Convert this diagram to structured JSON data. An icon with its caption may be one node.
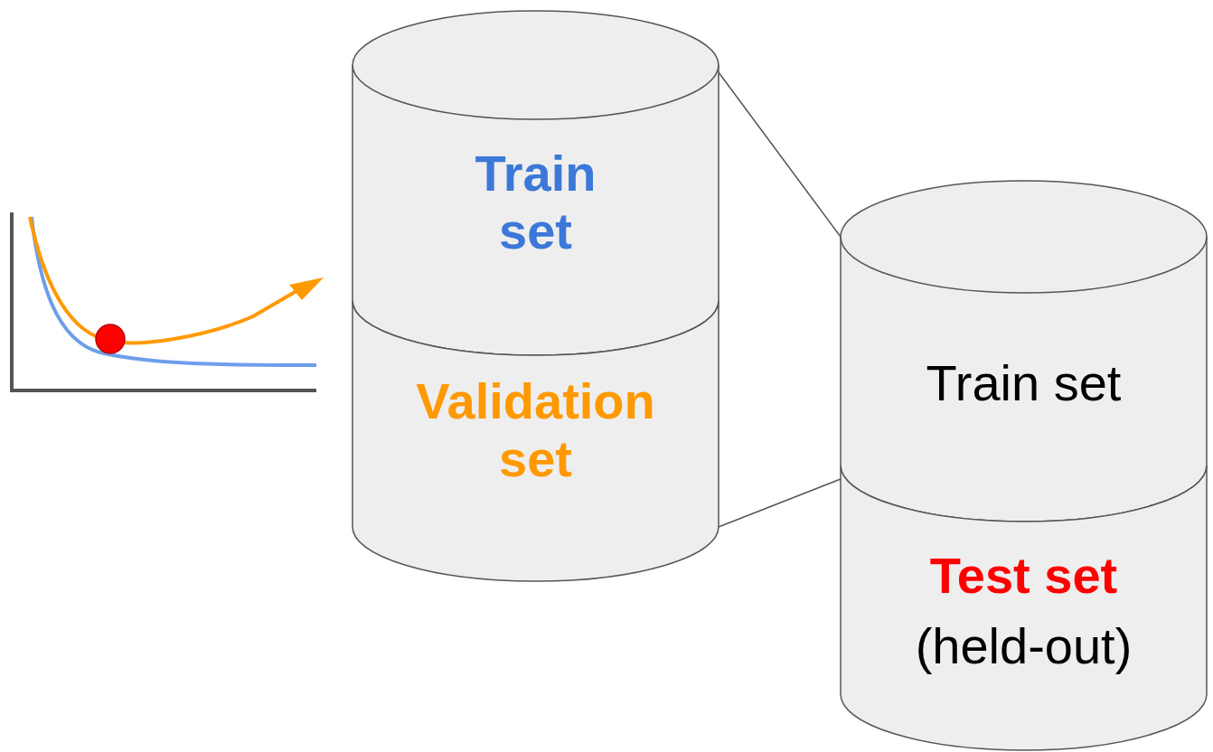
{
  "diagram": {
    "nodes": [
      {
        "text": [
          "Train set"
        ]
      },
      {
        "text": [
          "Validation set"
        ]
      },
      {
        "text": [
          "Train set"
        ]
      },
      {
        "text": [
          "Test set",
          "(held-out)"
        ]
      },
      {
        "text": [],
        "shape": "picture"
      }
    ],
    "edges": [
      {
        "from": 0,
        "to": 2,
        "arrow": "none"
      },
      {
        "from": 1,
        "to": 2,
        "arrow": "none"
      }
    ]
  }
}
